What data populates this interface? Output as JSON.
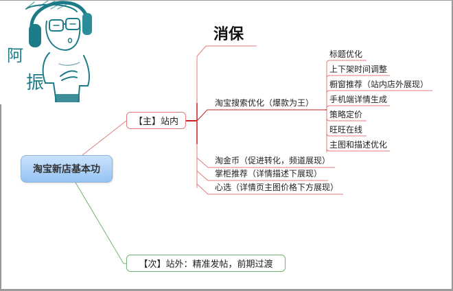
{
  "avatar": {
    "label": "阿振",
    "colors": {
      "ink": "#1d7b88",
      "fill": "#e9f5f6"
    }
  },
  "mindmap": {
    "root": {
      "label": "淘宝新店基本功"
    },
    "branches": [
      {
        "label": "【主】站内",
        "color": "#e07a7a",
        "children": [
          {
            "label": "消保"
          },
          {
            "label": "淘宝搜索优化（爆款为王）",
            "children": [
              {
                "label": "标题优化"
              },
              {
                "label": "上下架时间调整"
              },
              {
                "label": "橱窗推荐（站内店外展现）"
              },
              {
                "label": "手机端详情生成"
              },
              {
                "label": "策略定价"
              },
              {
                "label": "旺旺在线"
              },
              {
                "label": "主图和描述优化"
              }
            ]
          },
          {
            "label": "淘金币（促进转化，频道展现）"
          },
          {
            "label": "掌柜推荐（详情描述下展现）"
          },
          {
            "label": "心选（详情页主图价格下方展现）"
          }
        ]
      },
      {
        "label": "【次】站外：精准发帖，前期过渡",
        "color": "#6fb36f"
      }
    ]
  },
  "colors": {
    "root_fill_top": "#c9e2fc",
    "root_fill_bottom": "#95c3f3",
    "main_line": "#e07a7a",
    "main_line_dark": "#c81e1e",
    "secondary_line": "#6fb36f",
    "frame": "#9a9a9a"
  }
}
